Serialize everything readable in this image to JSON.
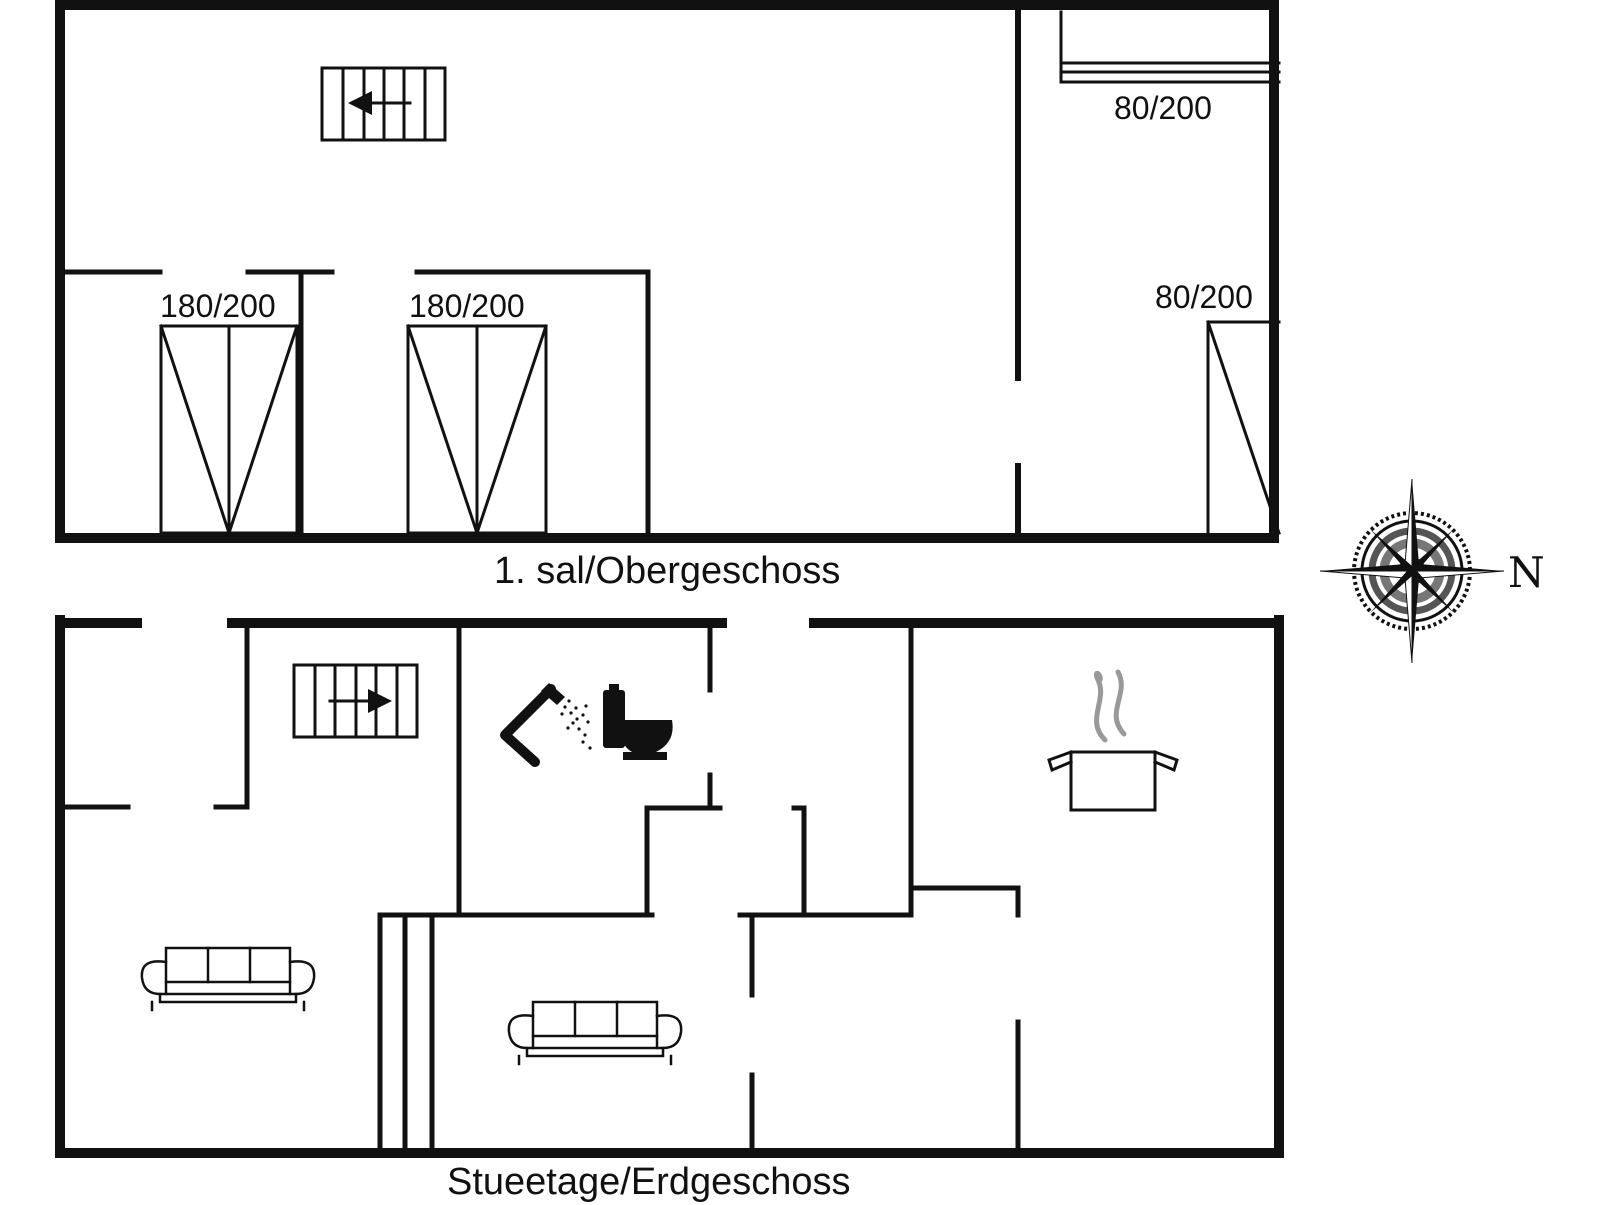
{
  "floors": {
    "upper": {
      "label": "1. sal/Obergeschoss"
    },
    "ground": {
      "label": "Stueetage/Erdgeschoss"
    }
  },
  "beds": [
    {
      "label": "180/200",
      "room": "upper-left-bedroom"
    },
    {
      "label": "180/200",
      "room": "upper-middle-bedroom"
    },
    {
      "label": "80/200",
      "room": "upper-right-room-top"
    },
    {
      "label": "80/200",
      "room": "upper-right-room-bottom"
    }
  ],
  "compass": {
    "direction_label": "N"
  },
  "icons": {
    "stairs_upper": "staircase-arrow-left-icon",
    "stairs_ground": "staircase-arrow-right-icon",
    "shower": "shower-icon",
    "toilet": "toilet-icon",
    "kitchen": "cooking-pot-icon",
    "sofa": "sofa-icon",
    "compass": "compass-rose-icon"
  },
  "colors": {
    "wall": "#111111",
    "background": "#ffffff",
    "steam": "#999999"
  }
}
